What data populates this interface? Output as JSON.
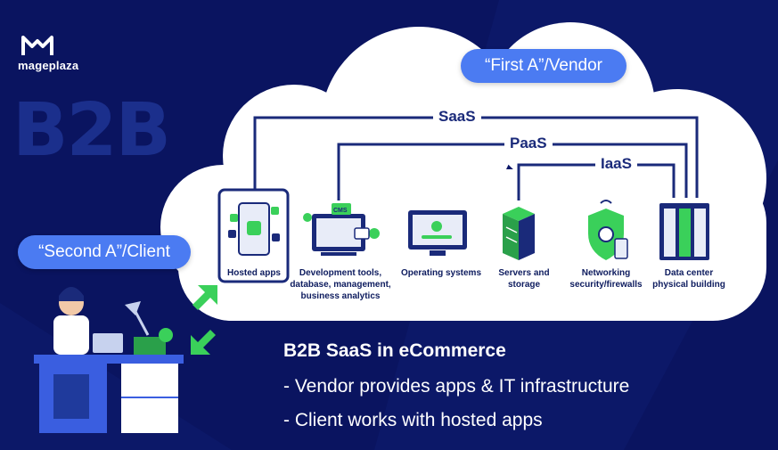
{
  "brand": {
    "name": "mageplaza",
    "icon": "mageplaza-logo-icon"
  },
  "watermark": "B2B",
  "vendor_label": "“First A”/Vendor",
  "client_label": "“Second A”/Client",
  "service_models": {
    "saas": "SaaS",
    "paas": "PaaS",
    "iaas": "IaaS"
  },
  "items": [
    {
      "label": "Hosted apps",
      "icon": "hosted-apps-phone-icon"
    },
    {
      "label": "Development tools, database, management, business analytics",
      "icon": "development-tools-monitor-icon"
    },
    {
      "label": "Operating systems",
      "icon": "operating-system-monitor-icon"
    },
    {
      "label": "Servers and storage",
      "icon": "server-storage-icon"
    },
    {
      "label": "Networking security/firewalls",
      "icon": "firewall-shield-icon"
    },
    {
      "label": "Data center physical building",
      "icon": "data-center-building-icon"
    }
  ],
  "summary": {
    "title": "B2B SaaS in eCommerce",
    "points": [
      "- Vendor provides apps & IT infrastructure",
      "- Client works with hosted apps"
    ]
  },
  "colors": {
    "background": "#0a1460",
    "pill": "#4b7bf2",
    "line": "#1a2a7a",
    "accent_green": "#3ad05a"
  }
}
